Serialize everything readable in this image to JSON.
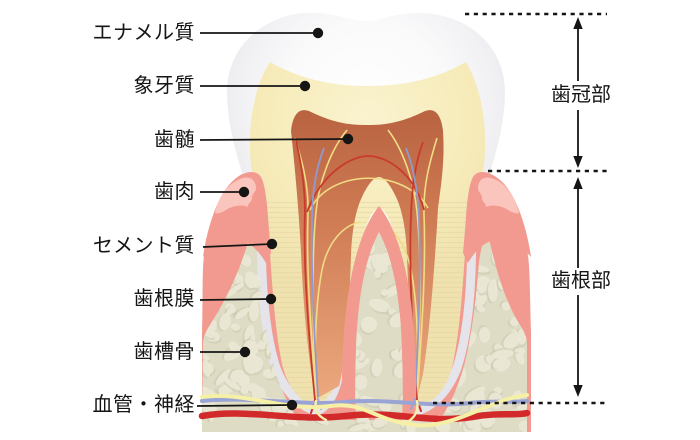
{
  "figure": {
    "subject": "tooth-anatomy-cross-section"
  },
  "left_labels": [
    {
      "label": "エナメル質"
    },
    {
      "label": "象牙質"
    },
    {
      "label": "歯髄"
    },
    {
      "label": "歯肉"
    },
    {
      "label": "セメント質"
    },
    {
      "label": "歯根膜"
    },
    {
      "label": "歯槽骨"
    },
    {
      "label": "血管・神経"
    }
  ],
  "right_labels": {
    "crown": "歯冠部",
    "root": "歯根部"
  },
  "colors": {
    "ink": "#151515",
    "enamel": "#E8E8EB",
    "dentin": "#F6EBB9",
    "dentin_deep": "#F0E2AE",
    "root_streak": "#E2D2A0",
    "pulp_dark": "#B96341",
    "pulp_light": "#EDAA80",
    "gum": "#F29A90",
    "gum_highlight": "#F9C5BC",
    "ligament": "#E4E4EA",
    "bone": "#DEDCC4",
    "bone_light": "#EAE8D5",
    "bone_shadow": "#C7C5AC",
    "vessel_red": "#D2292B",
    "vessel_blue": "#9AA4D4",
    "vessel_yellow": "#F6EFA6"
  }
}
